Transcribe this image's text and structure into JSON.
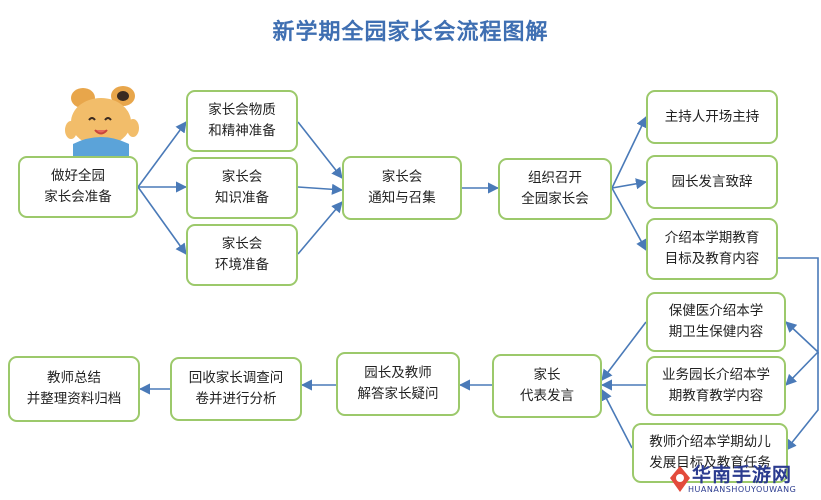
{
  "title": "新学期全园家长会流程图解",
  "nodes": {
    "prepare": [
      "做好全园",
      "家长会准备"
    ],
    "material": [
      "家长会物质",
      "和精神准备"
    ],
    "knowledge": [
      "家长会",
      "知识准备"
    ],
    "environment": [
      "家长会",
      "环境准备"
    ],
    "notify": [
      "家长会",
      "通知与召集"
    ],
    "convene": [
      "组织召开",
      "全园家长会"
    ],
    "host": [
      "主持人开场主持"
    ],
    "director": [
      "园长发言致辞"
    ],
    "goals": [
      "介绍本学期教育",
      "目标及教育内容"
    ],
    "doctor": [
      "保健医介绍本学",
      "期卫生保健内容"
    ],
    "business": [
      "业务园长介绍本学",
      "期教育教学内容"
    ],
    "teacher": [
      "教师介绍本学期幼儿",
      "发展目标及教育任务"
    ],
    "parent": [
      "家长",
      "代表发言"
    ],
    "answer": [
      "园长及教师",
      "解答家长疑问"
    ],
    "survey": [
      "回收家长调查问",
      "卷并进行分析"
    ],
    "summary": [
      "教师总结",
      "并整理资料归档"
    ]
  },
  "watermark": {
    "text": "华南手游网",
    "sub": "HUANANSHOUYOUWANG"
  },
  "colors": {
    "title": "#3f6fb2",
    "node_border": "#9cc96b",
    "arrow": "#4a7ab8"
  }
}
